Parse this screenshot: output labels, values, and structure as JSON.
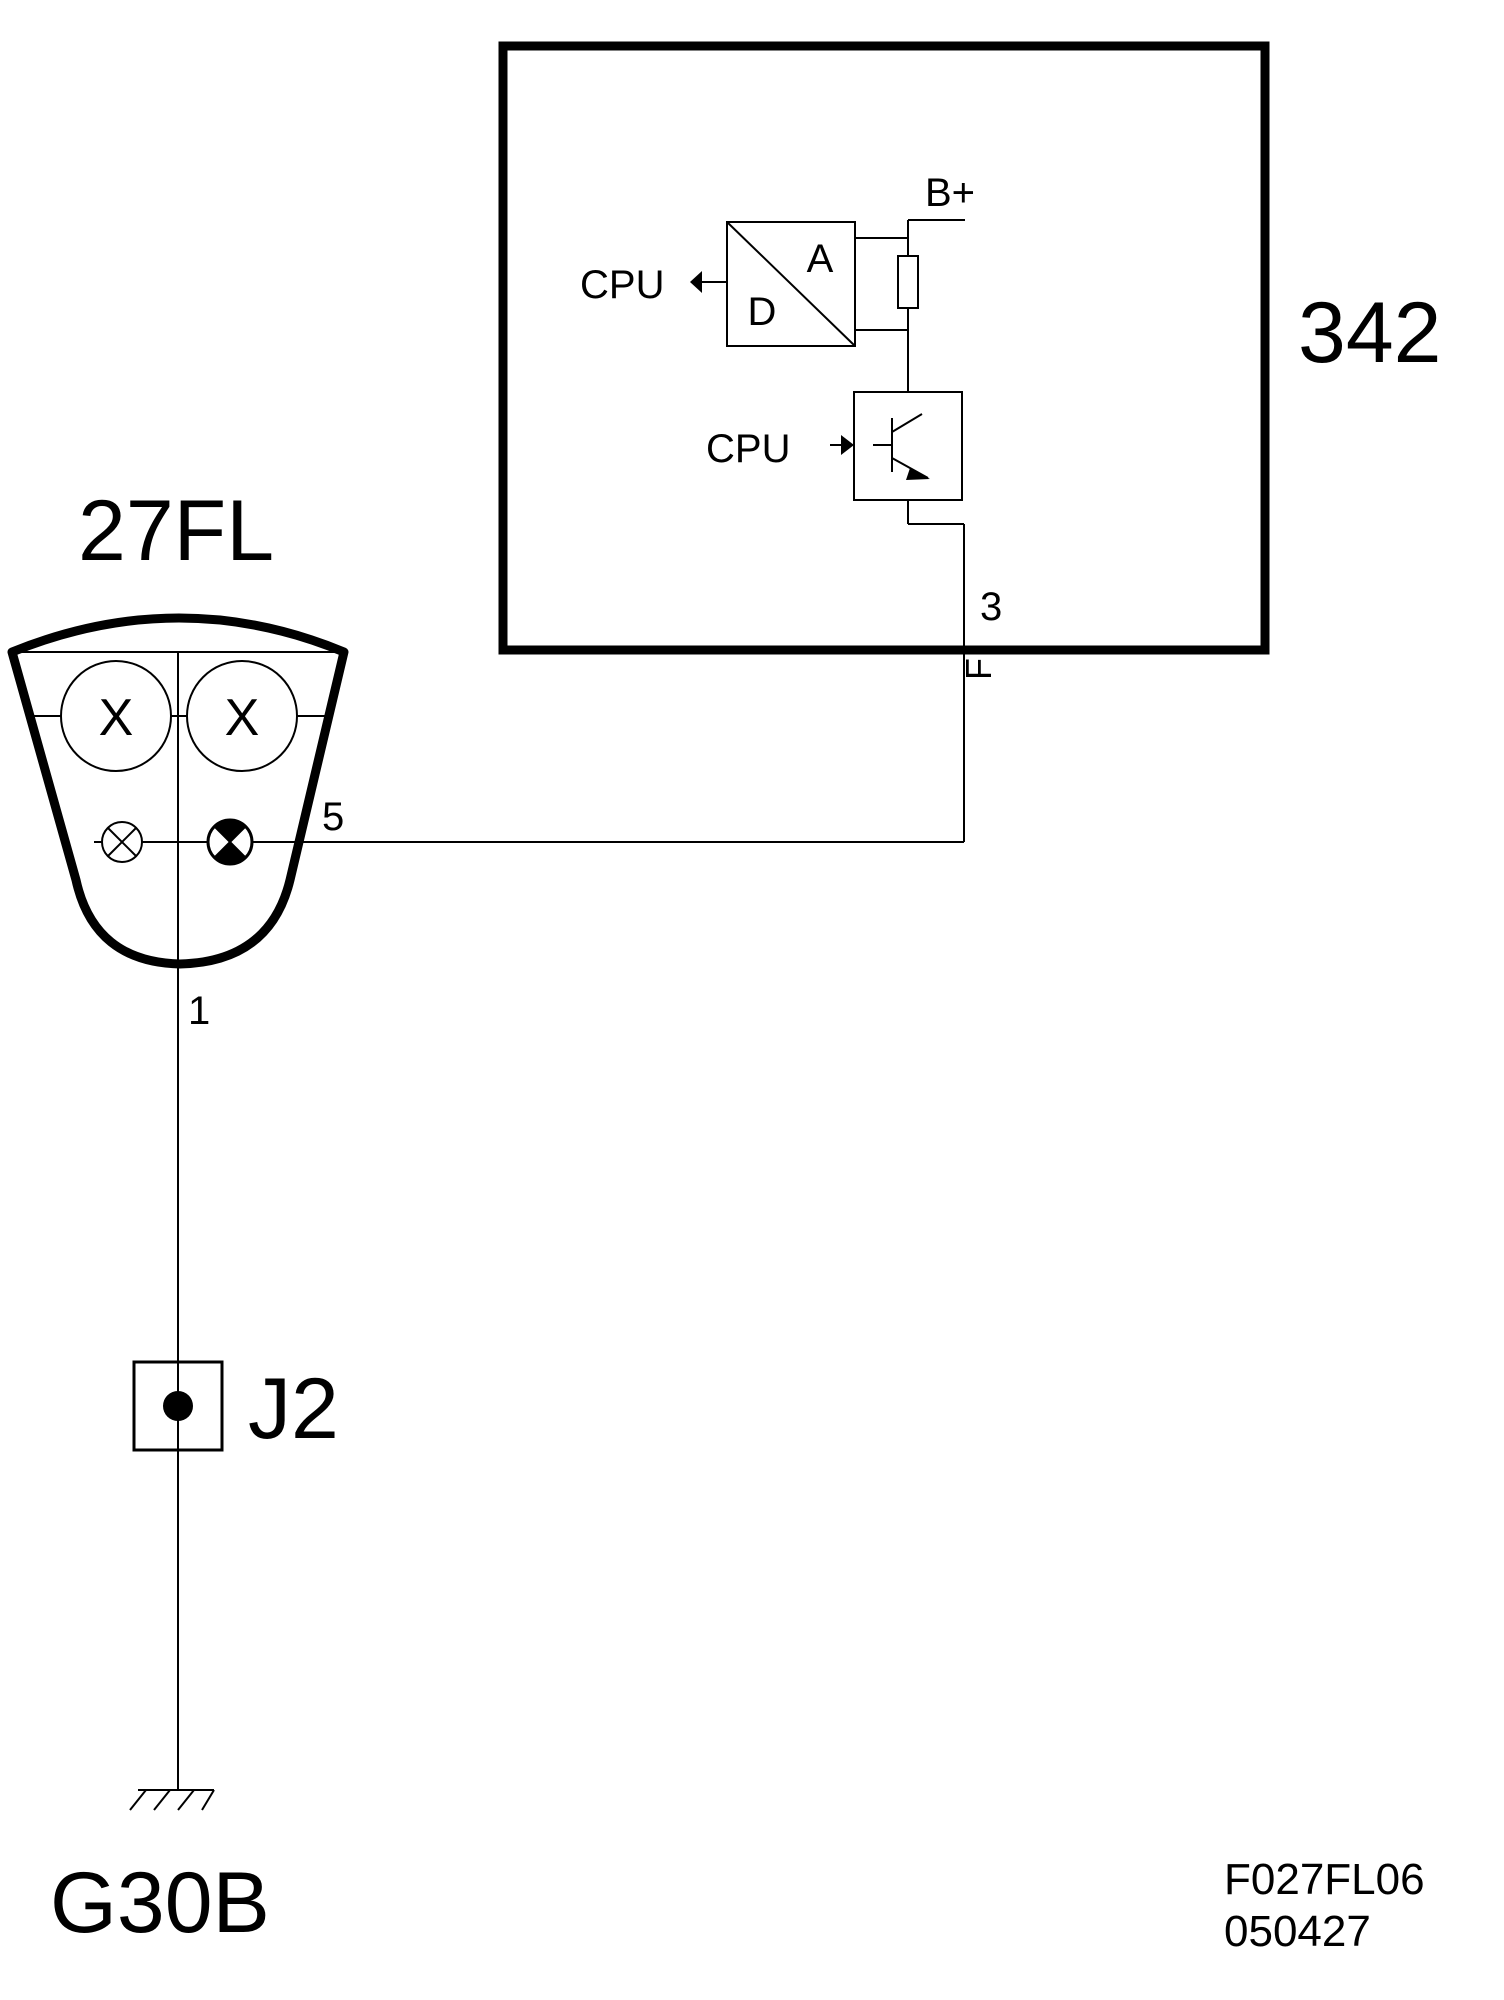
{
  "labels": {
    "module_342": "342",
    "cluster_27fl": "27FL",
    "junction_j2": "J2",
    "ground_g30b": "G30B",
    "b_plus": "B+",
    "cpu_in": "CPU",
    "cpu_out": "CPU",
    "adc_a": "A",
    "adc_d": "D",
    "pin_3": "3",
    "pin_f": "F",
    "pin_5": "5",
    "pin_1": "1",
    "lamp_x_left": "X",
    "lamp_x_right": "X",
    "figure_code": "F027FL06",
    "figure_date": "050427"
  }
}
